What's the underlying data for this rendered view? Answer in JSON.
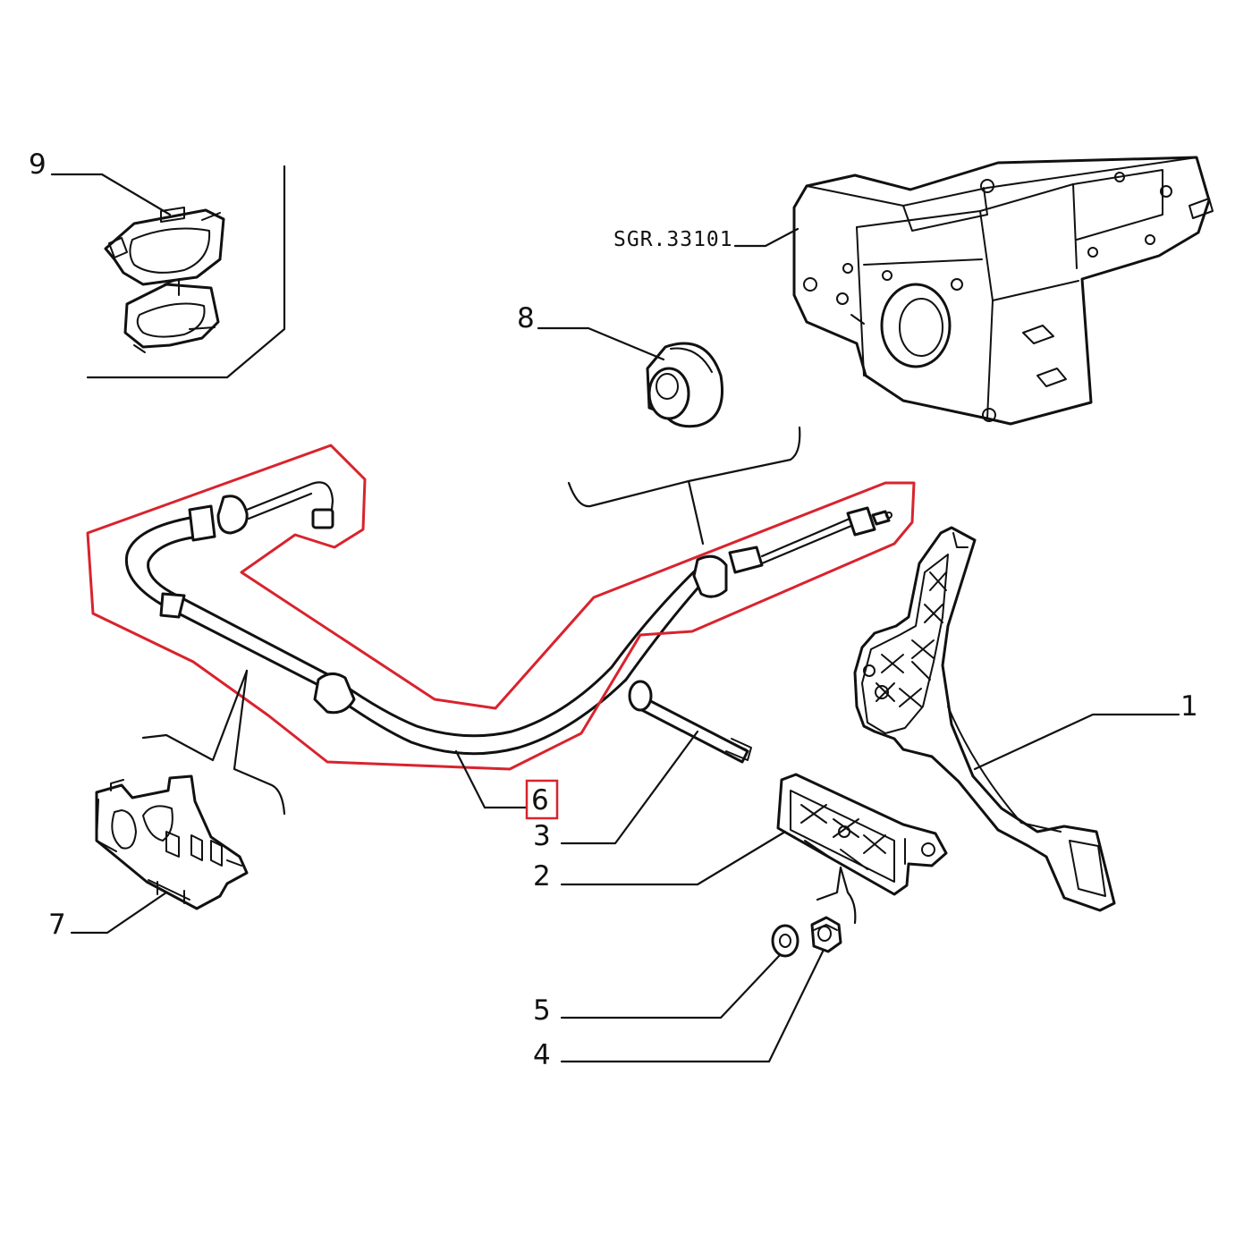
{
  "diagram": {
    "reference_code": "SGR.33101",
    "highlighted_item": "6",
    "accent_color": "#d9232d",
    "callouts": [
      {
        "id": "1",
        "label": "1"
      },
      {
        "id": "2",
        "label": "2"
      },
      {
        "id": "3",
        "label": "3"
      },
      {
        "id": "4",
        "label": "4"
      },
      {
        "id": "5",
        "label": "5"
      },
      {
        "id": "6",
        "label": "6"
      },
      {
        "id": "7",
        "label": "7"
      },
      {
        "id": "8",
        "label": "8"
      },
      {
        "id": "9",
        "label": "9"
      }
    ]
  }
}
